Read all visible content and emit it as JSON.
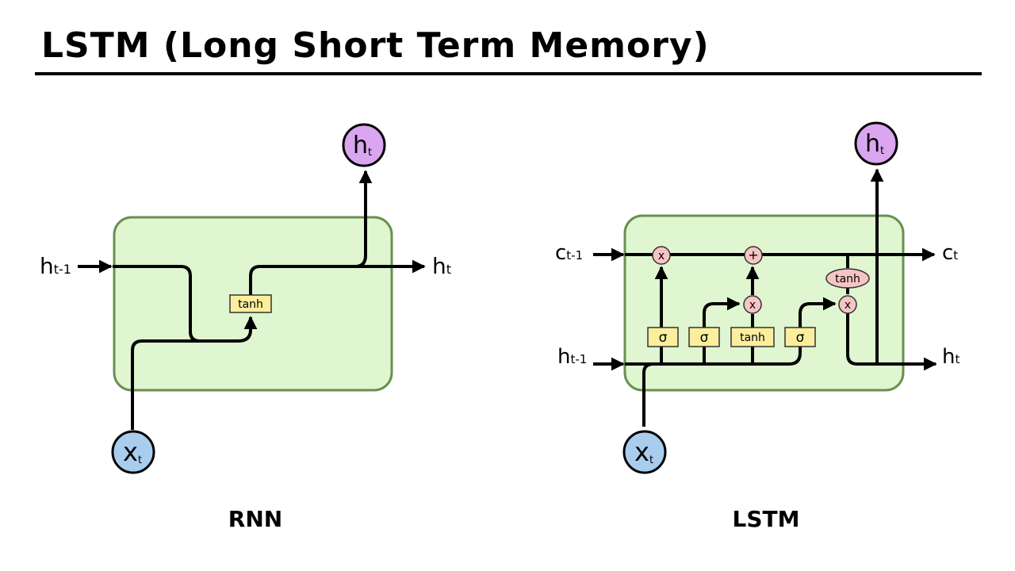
{
  "title": "LSTM (Long Short Term Memory)",
  "colors": {
    "cell_fill": "#dff6d0",
    "cell_stroke": "#6a8f52",
    "gate_fill": "#fbee9d",
    "gate_stroke": "#333333",
    "pointwise_fill": "#f7c4c4",
    "h_circle_fill": "#d9a6ef",
    "x_circle_fill": "#a8cdee"
  },
  "rnn": {
    "caption": "RNN",
    "input_h": {
      "main": "h",
      "sub": "t-1"
    },
    "output_h": {
      "main": "h",
      "sub": "t"
    },
    "top_node": {
      "main": "h",
      "sub": "t"
    },
    "bottom_node": {
      "main": "x",
      "sub": "t"
    },
    "activation_label": "tanh"
  },
  "lstm": {
    "caption": "LSTM",
    "input_c": {
      "main": "c",
      "sub": "t-1"
    },
    "output_c": {
      "main": "c",
      "sub": "t"
    },
    "input_h": {
      "main": "h",
      "sub": "t-1"
    },
    "output_h": {
      "main": "h",
      "sub": "t"
    },
    "top_node": {
      "main": "h",
      "sub": "t"
    },
    "bottom_node": {
      "main": "x",
      "sub": "t"
    },
    "gates": [
      "σ",
      "σ",
      "tanh",
      "σ"
    ],
    "ops": {
      "forget_mul": "x",
      "add": "+",
      "input_mul": "x",
      "output_mul": "x"
    },
    "cell_tanh": "tanh"
  }
}
